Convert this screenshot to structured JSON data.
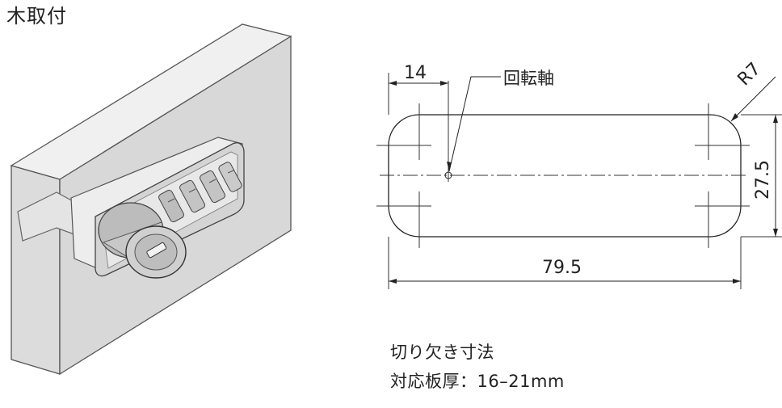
{
  "header": {
    "title": "木取付"
  },
  "drawing": {
    "dim_offset": "14",
    "dim_width": "79.5",
    "dim_height": "27.5",
    "dim_radius": "R7",
    "pivot_label": "回転軸"
  },
  "notes": {
    "cutout_label": "切り欠き寸法",
    "panel_thickness": "対応板厚：16–21mm"
  }
}
